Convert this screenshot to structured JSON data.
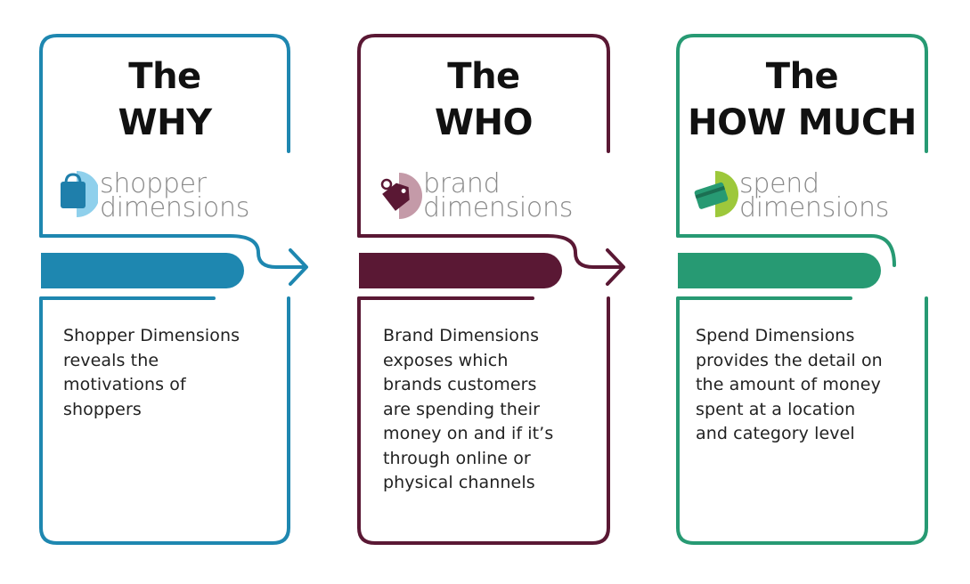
{
  "colors": {
    "why": "#1e87b0",
    "who": "#5a1834",
    "how": "#279a73",
    "logo_text": "#8a8a8a"
  },
  "panels": [
    {
      "title_line1": "The",
      "title_line2": "WHY",
      "logo_word1": "shopper",
      "logo_word2": "dimensions",
      "icon": "shopping-bag-icon",
      "description": "Shopper Dimensions\nreveals the\nmotivations of\nshoppers"
    },
    {
      "title_line1": "The",
      "title_line2": "WHO",
      "logo_word1": "brand",
      "logo_word2": "dimensions",
      "icon": "price-tag-icon",
      "description": "Brand Dimensions\nexposes which\nbrands customers\nare spending their\nmoney on and if it’s\nthrough online or\nphysical channels"
    },
    {
      "title_line1": "The",
      "title_line2": "HOW MUCH",
      "logo_word1": "spend",
      "logo_word2": "dimensions",
      "icon": "credit-card-icon",
      "description": "Spend Dimensions\nprovides the detail on\nthe amount of money\nspent at a location\nand category level"
    }
  ]
}
